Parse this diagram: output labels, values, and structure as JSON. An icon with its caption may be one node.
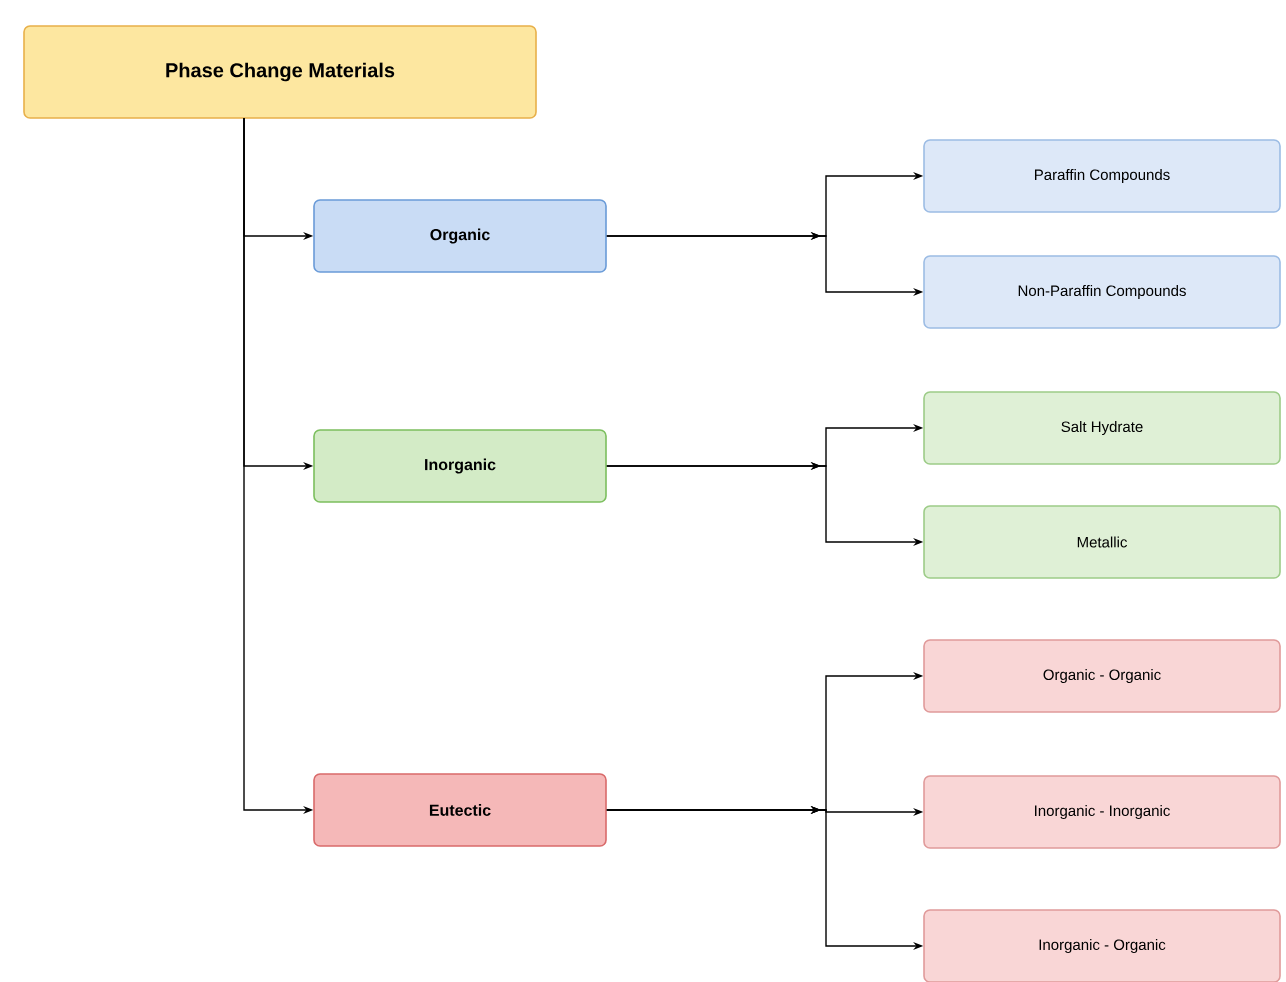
{
  "diagram": {
    "nodes": [
      {
        "text": [
          "Phase Change Materials"
        ]
      },
      {
        "text": [
          "Organic"
        ]
      },
      {
        "text": [
          "Inorganic"
        ]
      },
      {
        "text": [
          "Eutectic"
        ]
      },
      {
        "text": [
          "Paraffin Compounds"
        ]
      },
      {
        "text": [
          "Non-Paraffin Compounds"
        ]
      },
      {
        "text": [
          "Salt Hydrate"
        ]
      },
      {
        "text": [
          "Metallic"
        ]
      },
      {
        "text": [
          "Organic - Organic"
        ]
      },
      {
        "text": [
          "Inorganic - Inorganic"
        ]
      },
      {
        "text": [
          "Inorganic - Organic"
        ]
      }
    ],
    "edges": [
      {
        "from": 0,
        "to": 1,
        "arrow": "to"
      },
      {
        "from": 0,
        "to": 2,
        "arrow": "to"
      },
      {
        "from": 0,
        "to": 3,
        "arrow": "to"
      },
      {
        "from": 1,
        "to": 4,
        "arrow": "to"
      },
      {
        "from": 1,
        "to": 5,
        "arrow": "to"
      },
      {
        "from": 2,
        "to": 6,
        "arrow": "to"
      },
      {
        "from": 2,
        "to": 7,
        "arrow": "to"
      },
      {
        "from": 3,
        "to": 8,
        "arrow": "to"
      },
      {
        "from": 3,
        "to": 9,
        "arrow": "to"
      },
      {
        "from": 3,
        "to": 10,
        "arrow": "to"
      }
    ]
  }
}
